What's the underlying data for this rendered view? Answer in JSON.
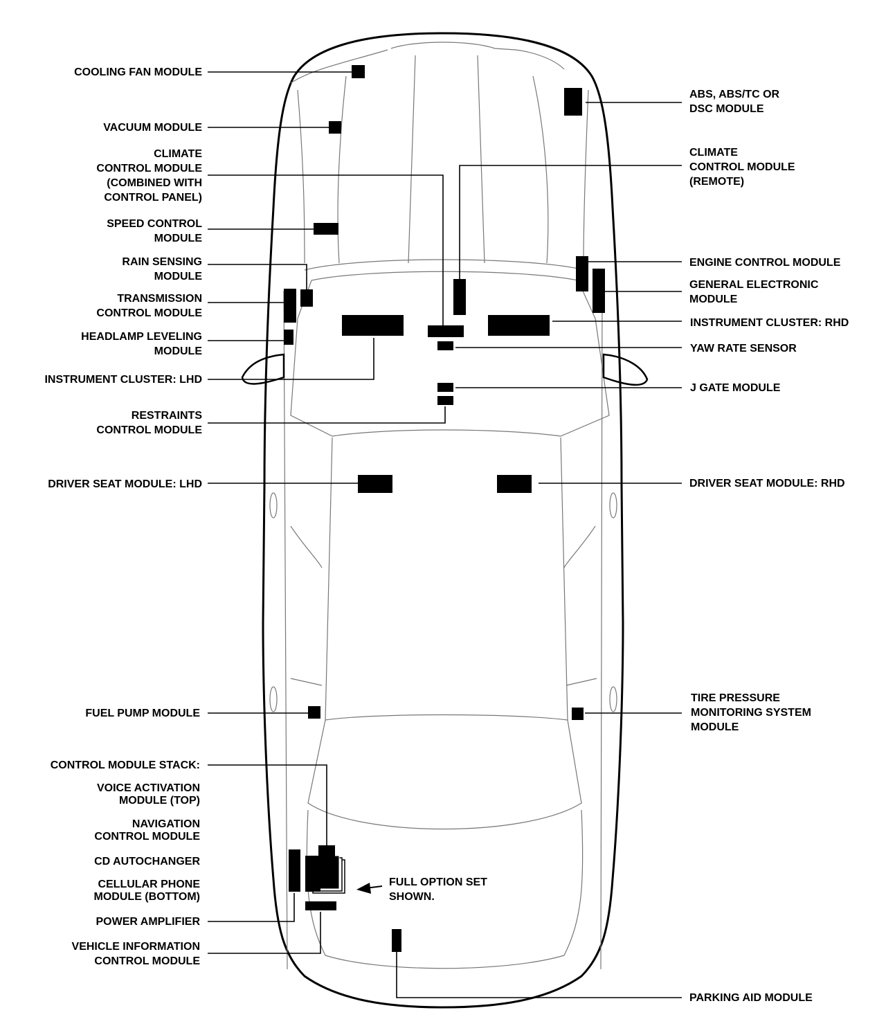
{
  "labels": {
    "cooling_fan": "COOLING FAN MODULE",
    "vacuum": "VACUUM MODULE",
    "climate_combined": "CLIMATE\nCONTROL MODULE\n(COMBINED WITH\nCONTROL PANEL)",
    "speed_control": "SPEED CONTROL\nMODULE",
    "rain_sensing": "RAIN SENSING\nMODULE",
    "transmission": "TRANSMISSION\nCONTROL MODULE",
    "headlamp": "HEADLAMP LEVELING\nMODULE",
    "cluster_lhd": "INSTRUMENT CLUSTER: LHD",
    "restraints": "RESTRAINTS\nCONTROL MODULE",
    "seat_lhd": "DRIVER SEAT MODULE: LHD",
    "fuel_pump": "FUEL PUMP MODULE",
    "stack": "CONTROL MODULE STACK:",
    "voice": "VOICE ACTIVATION\nMODULE (TOP)",
    "navigation": "NAVIGATION\nCONTROL MODULE",
    "cd": "CD AUTOCHANGER",
    "cellular": "CELLULAR PHONE\nMODULE (BOTTOM)",
    "amplifier": "POWER AMPLIFIER",
    "vehicle_info": "VEHICLE INFORMATION\nCONTROL MODULE",
    "abs": "ABS, ABS/TC OR\nDSC MODULE",
    "climate_remote": "CLIMATE\nCONTROL MODULE\n(REMOTE)",
    "engine": "ENGINE CONTROL MODULE",
    "gem": "GENERAL ELECTRONIC\nMODULE",
    "cluster_rhd": "INSTRUMENT CLUSTER: RHD",
    "yaw": "YAW RATE SENSOR",
    "jgate": "J GATE MODULE",
    "seat_rhd": "DRIVER SEAT MODULE: RHD",
    "tpms": "TIRE PRESSURE\nMONITORING SYSTEM\nMODULE",
    "full_option": "FULL OPTION SET\nSHOWN.",
    "parking": "PARKING AID MODULE"
  }
}
